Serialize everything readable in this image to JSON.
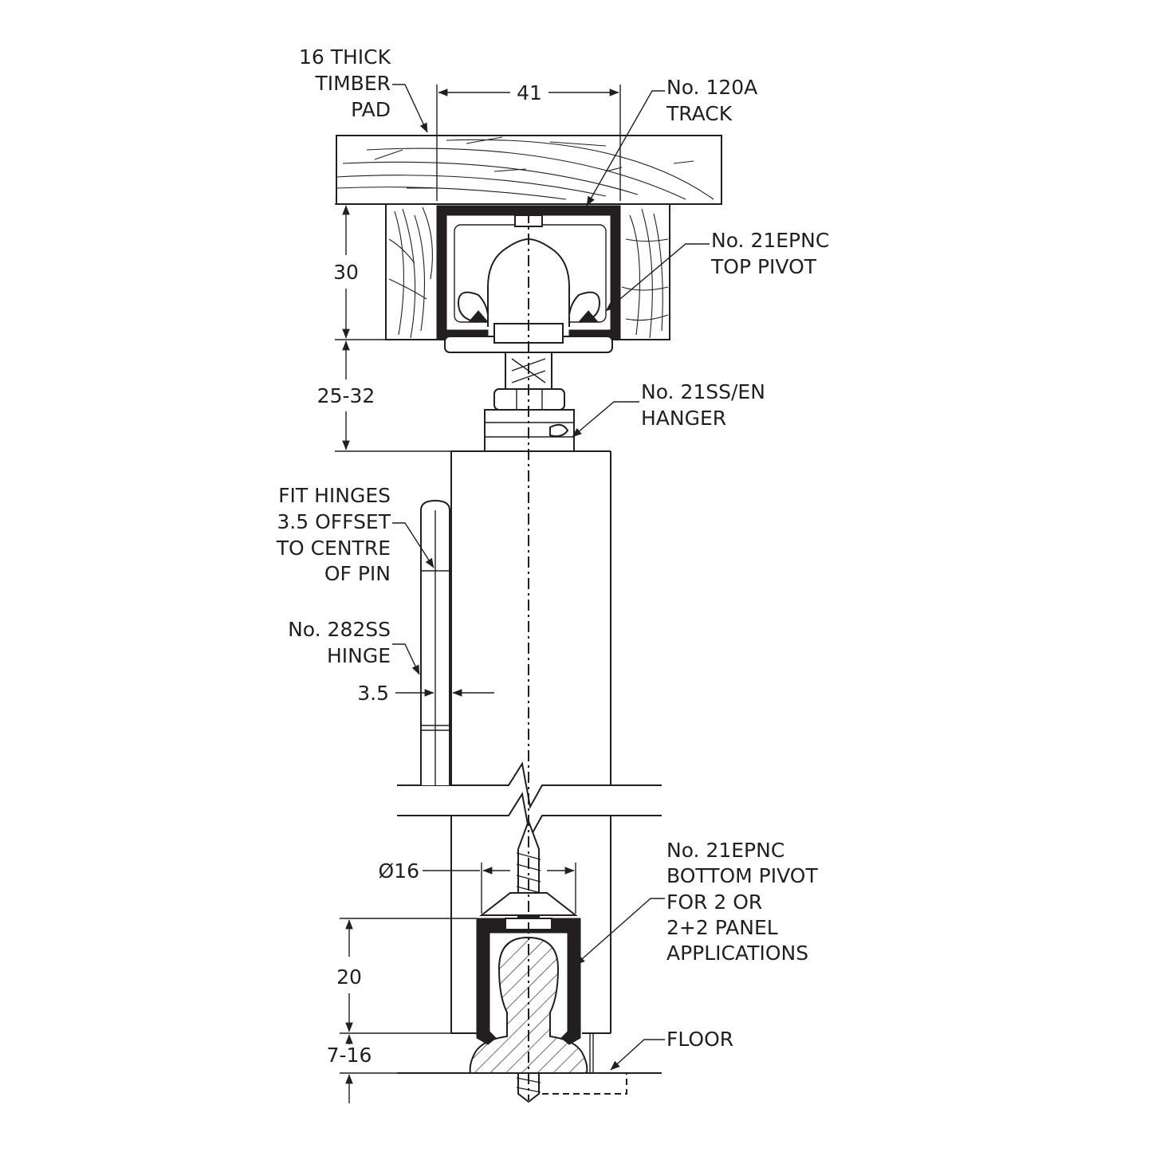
{
  "labels": {
    "timber_pad": [
      "16 THICK",
      "TIMBER",
      "PAD"
    ],
    "track": [
      "No. 120A",
      "TRACK"
    ],
    "top_pivot": [
      "No. 21EPNC",
      "TOP PIVOT"
    ],
    "hanger": [
      "No. 21SS/EN",
      "HANGER"
    ],
    "fit_hinges": [
      "FIT HINGES",
      "3.5 OFFSET",
      "TO CENTRE",
      "OF PIN"
    ],
    "hinge": [
      "No. 282SS",
      "HINGE"
    ],
    "bottom_pivot": [
      "No. 21EPNC",
      "BOTTOM PIVOT",
      "FOR 2 OR",
      "2+2 PANEL",
      "APPLICATIONS"
    ],
    "floor": "FLOOR"
  },
  "dimensions": {
    "track_width": "41",
    "track_height": "30",
    "track_gap": "25-32",
    "hinge_offset": "3.5",
    "pivot_diameter": "Ø16",
    "pivot_height": "20",
    "floor_gap": "7-16"
  }
}
